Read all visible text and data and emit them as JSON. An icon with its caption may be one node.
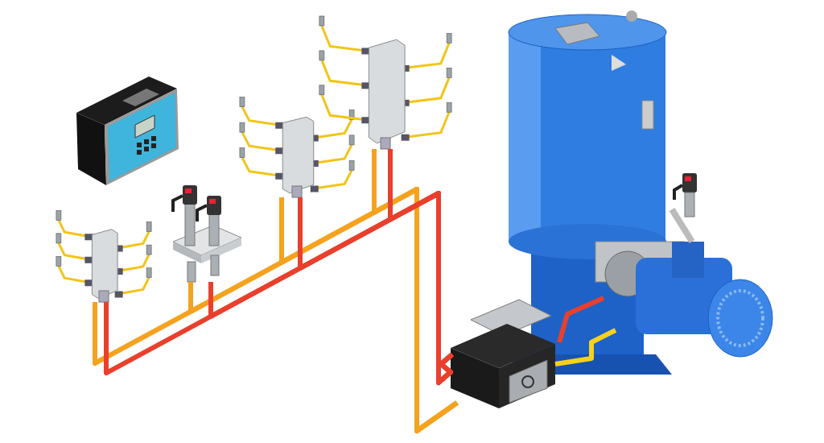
{
  "diagram": {
    "nodes": [
      {
        "text": [],
        "shape": "picture"
      },
      {
        "text": [],
        "shape": "picture"
      },
      {
        "text": [],
        "shape": "picture"
      },
      {
        "text": [],
        "shape": "picture"
      },
      {
        "text": [],
        "shape": "picture"
      },
      {
        "text": [],
        "shape": "picture"
      },
      {
        "text": [],
        "shape": "picture"
      }
    ],
    "edges": [
      {
        "from": 6,
        "to": 1,
        "arrow": "none",
        "color": "#f5a21f"
      },
      {
        "from": 6,
        "to": 2,
        "arrow": "none",
        "color": "#f5a21f"
      },
      {
        "from": 6,
        "to": 3,
        "arrow": "none",
        "color": "#f5a21f"
      },
      {
        "from": 6,
        "to": 4,
        "arrow": "none",
        "color": "#f5a21f"
      },
      {
        "from": 6,
        "to": 1,
        "arrow": "none",
        "color": "#e8402c"
      },
      {
        "from": 6,
        "to": 2,
        "arrow": "none",
        "color": "#e8402c"
      },
      {
        "from": 6,
        "to": 3,
        "arrow": "none",
        "color": "#e8402c"
      },
      {
        "from": 6,
        "to": 4,
        "arrow": "none",
        "color": "#e8402c"
      },
      {
        "from": 5,
        "to": 6,
        "arrow": "none",
        "color": "#e8402c"
      },
      {
        "from": 5,
        "to": 6,
        "arrow": "none",
        "color": "#f7d11a"
      }
    ]
  }
}
